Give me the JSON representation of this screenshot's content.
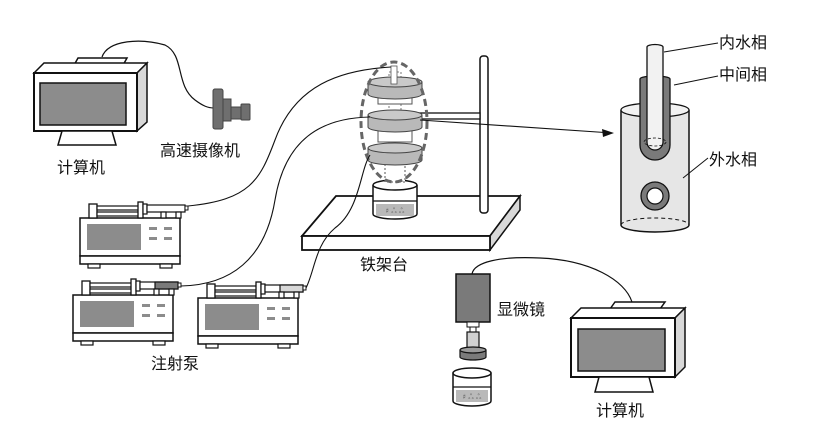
{
  "labels": {
    "computer_left": "计算机",
    "high_speed_camera": "高速摄像机",
    "iron_stand": "铁架台",
    "syringe_pump": "注射泵",
    "microscope": "显微镜",
    "computer_right": "计算机",
    "inner_water_phase": "内水相",
    "middle_phase": "中间相",
    "outer_water_phase": "外水相"
  },
  "colors": {
    "stroke": "#111111",
    "screen_fill": "#8c8c8c",
    "device_fill": "#ffffff",
    "side_fill": "#d8d8d8",
    "camera_fill": "#6f6f6f",
    "chip_fill": "#b9b9b9",
    "middle_phase_fill": "#7a7a7a",
    "outer_phase_fill": "#e6e6e6",
    "dashed_ellipse": "#666666"
  }
}
